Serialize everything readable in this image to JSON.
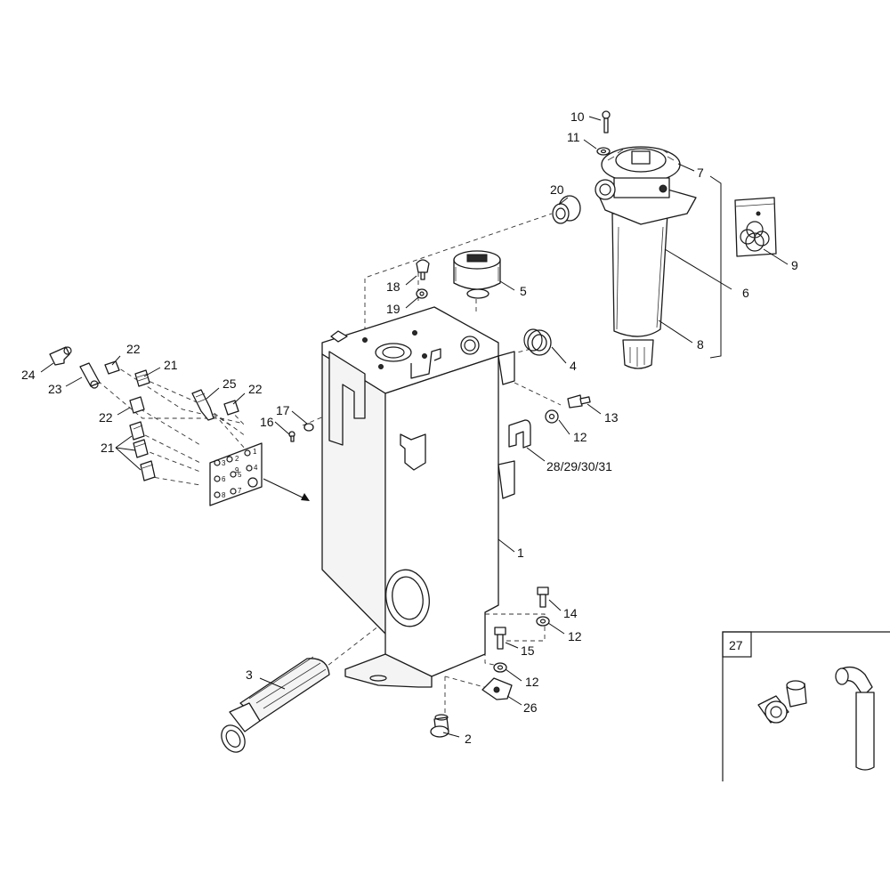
{
  "callouts": {
    "c1": "1",
    "c2": "2",
    "c3": "3",
    "c4": "4",
    "c5": "5",
    "c6": "6",
    "c7": "7",
    "c8": "8",
    "c9": "9",
    "c10": "10",
    "c11": "11",
    "c12a": "12",
    "c12b": "12",
    "c12c": "12",
    "c13": "13",
    "c14": "14",
    "c15": "15",
    "c16": "16",
    "c17": "17",
    "c18": "18",
    "c19": "19",
    "c20": "20",
    "c21a": "21",
    "c21b": "21",
    "c22a": "22",
    "c22b": "22",
    "c22c": "22",
    "c23": "23",
    "c24": "24",
    "c25": "25",
    "c26": "26",
    "c27": "27",
    "c28": "28/29/30/31"
  },
  "port_plate": {
    "ports": [
      "1",
      "2",
      "3",
      "4",
      "5",
      "6",
      "7",
      "8",
      "9"
    ]
  }
}
